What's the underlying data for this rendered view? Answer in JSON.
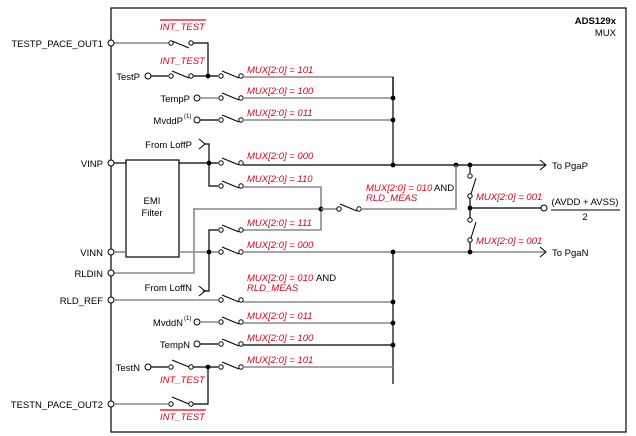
{
  "title": {
    "part": "ADS129x",
    "block": "MUX"
  },
  "pins": {
    "testp_pace_out1": "TESTP_PACE_OUT1",
    "vinp": "VINP",
    "vinn": "VINN",
    "rldin": "RLDIN",
    "rld_ref": "RLD_REF",
    "testn_pace_out2": "TESTN_PACE_OUT2"
  },
  "internal_sources": {
    "testp": "TestP",
    "tempp": "TempP",
    "mvddp": "MvddP",
    "mvddp_sup": "(1)",
    "from_loffp": "From LoffP",
    "from_loffn": "From LoffN",
    "mvddn": "MvddN",
    "mvddn_sup": "(1)",
    "tempn": "TempN",
    "testn": "TestN"
  },
  "filter": {
    "line1": "EMI",
    "line2": "Filter"
  },
  "controls": {
    "int_test_bar": "INT_TEST",
    "int_test": "INT_TEST",
    "mux101": "MUX[2:0] = 101",
    "mux100": "MUX[2:0] = 100",
    "mux011": "MUX[2:0] = 011",
    "mux000": "MUX[2:0] = 000",
    "mux110": "MUX[2:0] = 110",
    "mux111": "MUX[2:0] = 111",
    "mux010": "MUX[2:0] = 010",
    "and": "AND",
    "rld_meas": "RLD_MEAS",
    "mux001": "MUX[2:0] = 001"
  },
  "outputs": {
    "to_pgap": "To PgaP",
    "to_pgan": "To PgaN",
    "mid_num": "(AVDD + AVSS)",
    "mid_den": "2"
  },
  "colors": {
    "control_text": "#e3001b",
    "wire": "#000000",
    "gray_wire": "#888888"
  }
}
